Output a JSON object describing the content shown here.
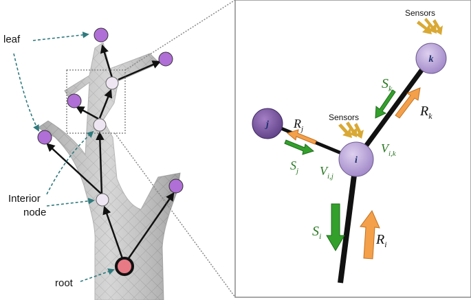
{
  "left_panel": {
    "labels": {
      "leaf": "leaf",
      "interior_line1": "Interior",
      "interior_line2": "node",
      "root": "root"
    }
  },
  "right_panel": {
    "sensors_top": "Sensors",
    "sensors_mid": "Sensors",
    "nodes": {
      "j": "j",
      "i": "i",
      "k": "k"
    },
    "signals": {
      "S_k": {
        "base": "S",
        "sub": "k"
      },
      "R_k": {
        "base": "R",
        "sub": "k"
      },
      "R_j": {
        "base": "R",
        "sub": "j"
      },
      "S_j": {
        "base": "S",
        "sub": "j"
      },
      "V_ik": {
        "base": "V",
        "sub": "i,k"
      },
      "V_ij": {
        "base": "V",
        "sub": "i,j"
      },
      "S_i": {
        "base": "S",
        "sub": "i"
      },
      "R_i": {
        "base": "R",
        "sub": "i"
      }
    }
  },
  "colors": {
    "leaf_node": "#b06fd6",
    "interior_node": "#eee6f2",
    "root_node": "#e87a86",
    "green_arrow": "#33a02c",
    "orange_arrow": "#f4a04a",
    "sensor_arrow": "#d9a935",
    "label_green": "#2a7a23",
    "dashed_teal": "#2f7a7e"
  }
}
